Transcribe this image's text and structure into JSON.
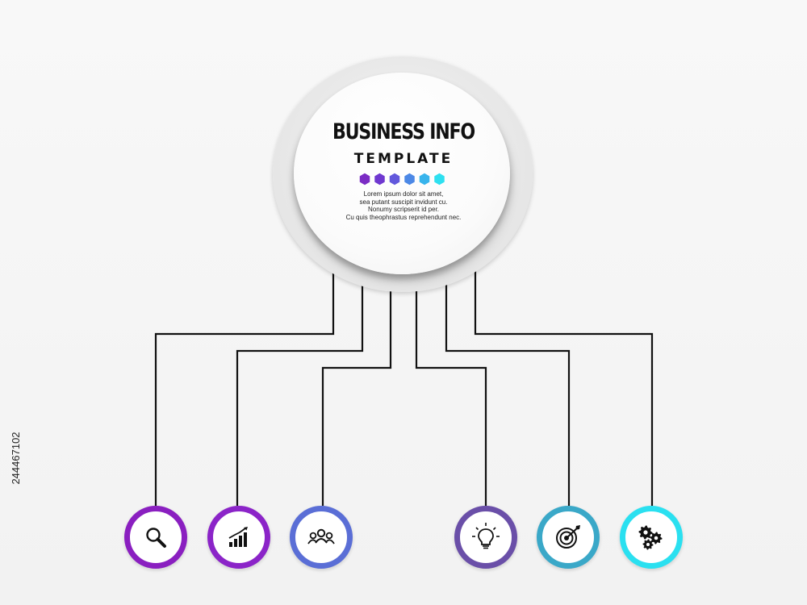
{
  "title": "BUSINESS INFO",
  "subtitle": "TEMPLATE",
  "body_lines": [
    "Lorem ipsum dolor sit amet,",
    "sea putant suscipit invidunt cu.",
    "Nonumy scripserit id per.",
    "Cu quis theophrastus reprehendunt nec."
  ],
  "image_id": "244467102",
  "hexagon_colors": [
    "#7b2cc4",
    "#6f38d0",
    "#6258dc",
    "#4c88e6",
    "#38b4ec",
    "#2ee0f0"
  ],
  "connector_color": "#111111",
  "nodes": [
    {
      "icon": "magnifier-icon",
      "color": "#8a1fc0"
    },
    {
      "icon": "bar-chart-growth-icon",
      "color": "#8b24c8"
    },
    {
      "icon": "team-icon",
      "color": "#5a6ed6"
    },
    {
      "icon": "lightbulb-icon",
      "color": "#6a4fa8"
    },
    {
      "icon": "target-icon",
      "color": "#3aa8c8"
    },
    {
      "icon": "gears-icon",
      "color": "#2ae0f0"
    }
  ]
}
